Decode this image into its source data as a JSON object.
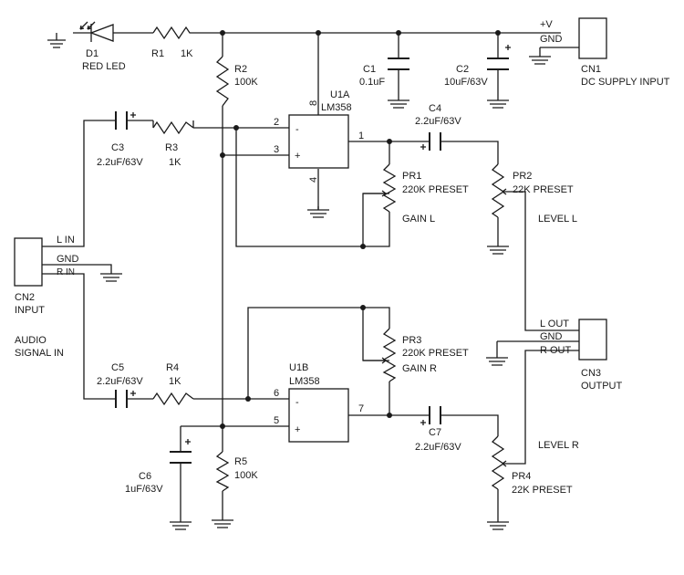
{
  "components": {
    "d1": {
      "ref": "D1",
      "value": "RED LED"
    },
    "r1": {
      "ref": "R1",
      "value": "1K"
    },
    "r2": {
      "ref": "R2",
      "value": "100K"
    },
    "r3": {
      "ref": "R3",
      "value": "1K"
    },
    "r4": {
      "ref": "R4",
      "value": "1K"
    },
    "r5": {
      "ref": "R5",
      "value": "100K"
    },
    "c1": {
      "ref": "C1",
      "value": "0.1uF"
    },
    "c2": {
      "ref": "C2",
      "value": "10uF/63V"
    },
    "c3": {
      "ref": "C3",
      "value": "2.2uF/63V"
    },
    "c4": {
      "ref": "C4",
      "value": "2.2uF/63V"
    },
    "c5": {
      "ref": "C5",
      "value": "2.2uF/63V"
    },
    "c6": {
      "ref": "C6",
      "value": "1uF/63V"
    },
    "c7": {
      "ref": "C7",
      "value": "2.2uF/63V"
    },
    "u1a": {
      "ref": "U1A",
      "value": "LM358"
    },
    "u1b": {
      "ref": "U1B",
      "value": "LM358"
    },
    "pr1": {
      "ref": "PR1",
      "value": "220K PRESET",
      "label": "GAIN L"
    },
    "pr2": {
      "ref": "PR2",
      "value": "22K PRESET",
      "label": "LEVEL L"
    },
    "pr3": {
      "ref": "PR3",
      "value": "220K PRESET",
      "label": "GAIN R"
    },
    "pr4": {
      "ref": "PR4",
      "value": "22K PRESET",
      "label": "LEVEL R"
    },
    "cn1": {
      "ref": "CN1",
      "value": "DC SUPPLY INPUT",
      "pins": [
        "+V",
        "GND"
      ]
    },
    "cn2": {
      "ref": "CN2",
      "value": "INPUT",
      "pins": [
        "L IN",
        "GND",
        "R IN"
      ],
      "note_line1": "AUDIO",
      "note_line2": "SIGNAL IN"
    },
    "cn3": {
      "ref": "CN3",
      "value": "OUTPUT",
      "pins": [
        "L OUT",
        "GND",
        "R OUT"
      ]
    }
  },
  "pin_numbers": {
    "u1a_inv": "2",
    "u1a_noninv": "3",
    "u1a_out": "1",
    "u1a_vcc": "8",
    "u1a_gnd": "4",
    "u1b_inv": "6",
    "u1b_noninv": "5",
    "u1b_out": "7"
  },
  "symbols": {
    "minus": "-",
    "plus": "+"
  },
  "colors": {
    "ink": "#1a1a1a",
    "background": "#ffffff"
  }
}
